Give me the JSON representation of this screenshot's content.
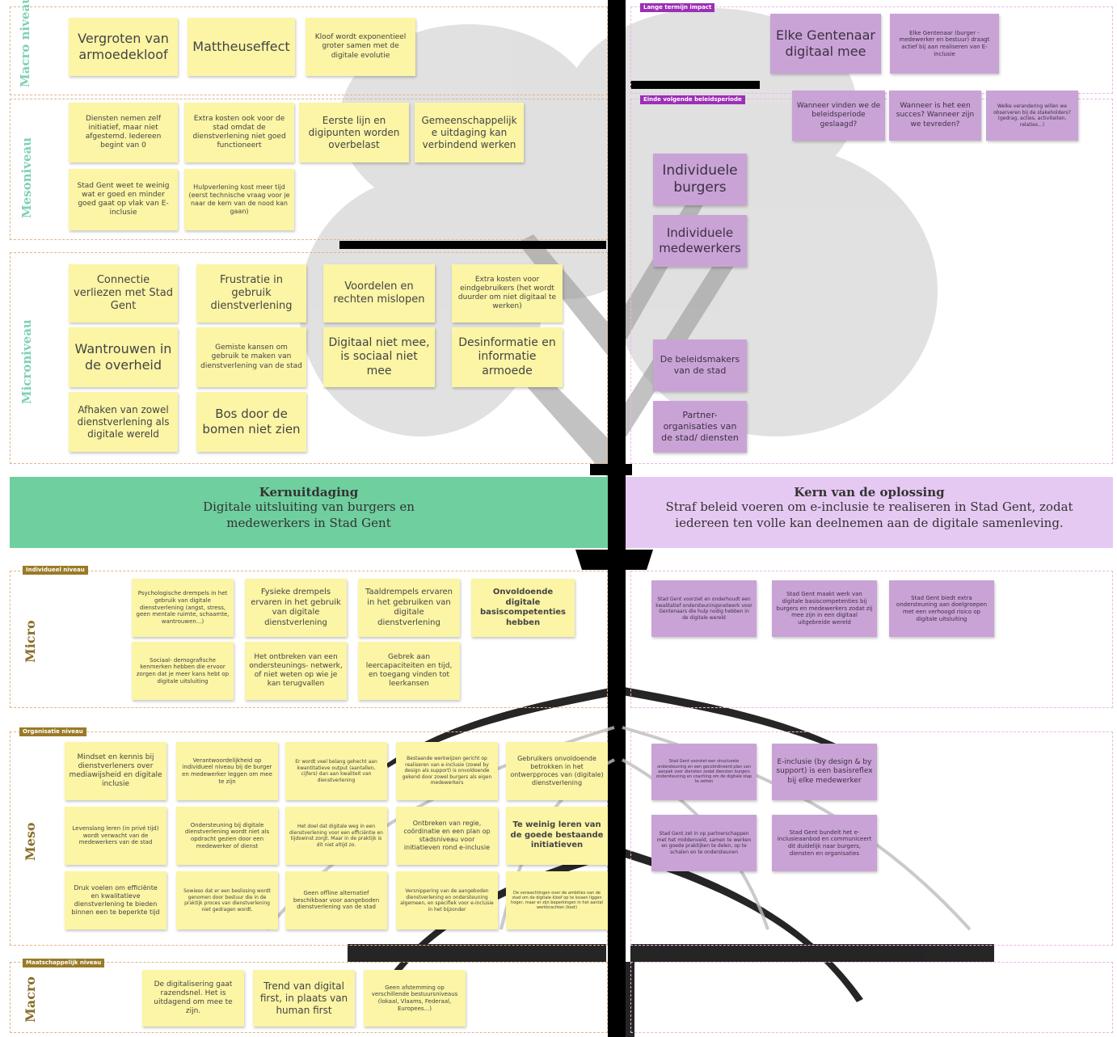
{
  "colors": {
    "sticky_yellow": "#fbf5a5",
    "sticky_purple": "#c9a3d6",
    "banner_green": "#6fcf9f",
    "banner_lilac": "#e6c9f2",
    "tag_brown": "#9a7a26",
    "tag_purple": "#9c2fb5",
    "label_teal": "#7fd1b5",
    "label_brown": "#8a6d2b"
  },
  "left_levels": {
    "macro": "Macro niveau",
    "meso": "Mesoniveau",
    "micro": "Microniveau"
  },
  "lower_levels": {
    "micro": "Micro",
    "meso": "Meso",
    "macro": "Macro"
  },
  "tags": {
    "long_term": "Lange termijn impact",
    "end_period": "Einde volgende beleidsperiode",
    "individual": "Individueel niveau",
    "organisation": "Organisatie niveau",
    "society": "Maatschappelijk niveau"
  },
  "core_problem": {
    "title": "Kernuitdaging",
    "text": "Digitale uitsluiting van burgers en medewerkers in Stad Gent"
  },
  "core_solution": {
    "title": "Kern van de oplossing",
    "text": "Straf beleid voeren om e-inclusie te realiseren in Stad Gent, zodat iedereen ten volle kan deelnemen aan de digitale samenleving."
  },
  "macro_effects": [
    "Vergroten van armoedekloof",
    "Mattheuseffect",
    "Kloof wordt exponentieel groter samen met de digitale evolutie"
  ],
  "meso_effects": [
    "Diensten nemen zelf initiatief, maar niet afgestemd. Iedereen begint van 0",
    "Extra kosten ook voor de stad omdat de dienstverlening niet goed functioneert",
    "Eerste lijn en digipunten worden overbelast",
    "Gemeenschappelijk e uitdaging kan verbindend werken",
    "Stad Gent weet te weinig wat er goed en minder goed gaat op vlak van E-inclusie",
    "Hulpverlening kost meer tijd (eerst technische vraag voor je naar de kern van de nood kan gaan)"
  ],
  "micro_effects": [
    "Connectie verliezen met Stad Gent",
    "Frustratie in gebruik dienstverlening",
    "Voordelen en rechten mislopen",
    "Extra kosten voor eindgebruikers (het wordt duurder om niet digitaal te werken)",
    "Wantrouwen in de overheid",
    "Gemiste kansen om gebruik te maken van dienstverlening van de stad",
    "Digitaal niet mee, is sociaal niet mee",
    "Desinformatie en informatie armoede",
    "Afhaken van zowel dienstverlening als digitale wereld",
    "Bos door de bomen niet zien"
  ],
  "impact_long": [
    "Elke Gentenaar digitaal mee",
    "Elke Gentenaar (burger - medewerker en bestuur) draagt actief bij aan realiseren van E-inclusie"
  ],
  "impact_period": [
    "Wanneer vinden we de beleidsperiode geslaagd?",
    "Wanneer is het een succes? Wanneer zijn we tevreden?",
    "Welke verandering willen we observeren bij de stakeholders? (gedrag, acties, activiteiten, relaties...)"
  ],
  "stakeholders": [
    "Individuele burgers",
    "Individuele medewerkers",
    "De beleidsmakers van de stad",
    "Partner- organisaties van de stad/ diensten"
  ],
  "individual_causes": [
    "Psychologische drempels in het gebruik van digitale dienstverlening (angst, stress, geen mentale ruimte, schaamte, wantrouwen...)",
    "Fysieke drempels ervaren in het gebruik van digitale dienstverlening",
    "Taaldrempels ervaren in het gebruiken van digitale dienstverlening",
    "Onvoldoende digitale basiscompetenties hebben",
    "Sociaal- demografische kenmerken hebben die ervoor zorgen dat je meer kans hebt op digitale uitsluiting",
    "Het ontbreken van een ondersteunings- netwerk, of niet weten op wie je kan terugvallen",
    "Gebrek aan leercapaciteiten en tijd, en toegang vinden tot leerkansen"
  ],
  "organisation_causes": [
    "Mindset en kennis bij dienstverleners over mediawijsheid en digitale inclusie",
    "Verantwoordelijkheid op individueel niveau bij de burger en medewerker leggen om mee te zijn",
    "Er wordt veel belang gehecht aan kwantitatieve output (aantallen, cijfers) dan aan kwaliteit van dienstverlening",
    "Bestaande werkwijzen gericht op realiseren van e-inclusie (zowel by design als support) is onvoldoende gekend door zowel burgers als eigen medewerkers",
    "Gebruikers onvoldoende betrokken in het ontwerpproces van (digitale) dienstverlening",
    "Levenslang leren (in privé tijd) wordt verwacht van de medewerkers van de stad",
    "Ondersteuning bij digitale dienstverlening wordt niet als opdracht gezien door een medewerker of dienst",
    "Het doel dat digitale weg in een dienstverlening voor een efficiëntie en tijdswinst zorgt. Maar in de praktijk is dit niet altijd zo.",
    "Ontbreken van regie, coördinatie en een plan op stadsniveau voor initiatieven rond e-inclusie",
    "Te weinig leren van de goede bestaande initiatieven",
    "Druk voelen om efficiënte en kwalitatieve dienstverlening te bieden binnen een te beperkte tijd",
    "Sowieso dat er een beslissing wordt genomen door bestuur die in de praktijk proces van dienstverlening niet gedragen wordt.",
    "Geen offline alternatief beschikbaar voor aangeboden dienstverlening van de stad",
    "Versnippering van de aangeboden dienstverlening en ondersteuning algemeen, en specifiek voor e-inclusie in het bijzonder",
    "De verwachtingen over de ambities van de stad om de digitale kloof op te lossen liggen hoger, maar er zijn beperkingen in het aantal werkkrachten (kost)"
  ],
  "society_causes": [
    "De digitalisering gaat razendsnel. Het is uitdagend om mee te zijn.",
    "Trend van digital first, in plaats van human first",
    "Geen afstemming op verschillende bestuursniveaus (lokaal, Vlaams, Federaal, Europees...)"
  ],
  "individual_solutions": [
    "Stad Gent voorziet en onderhoudt een kwalitatief ondersteuningsnetwerk voor Gentenaars die hulp nodig hebben in de digitale wereld",
    "Stad Gent maakt werk van digitale basiscompetenties bij burgers en medewerkers zodat zij mee zijn in een digitaal uitgebreide wereld",
    "Stad Gent biedt extra ondersteuning aan doelgroepen met een verhoogd risico op digitale uitsluiting"
  ],
  "organisation_solutions": [
    "Stad Gent voorziet een structurele ondersteuning en een gecoördineerd plan van aanpak voor diensten zodat diensten burgers ondersteuning en coaching om de digitale stap te zetten",
    "E-inclusie (by design & by support) is een basisreflex bij elke medewerker",
    "Stad Gent zet in op partnerschappen met het middenveld, samen te werken en goede praktijken te delen, op te schalen en te ondersteunen",
    "Stad Gent bundelt het e-inclusieaanbod en communiceert dit duidelijk naar burgers, diensten en organisaties"
  ]
}
